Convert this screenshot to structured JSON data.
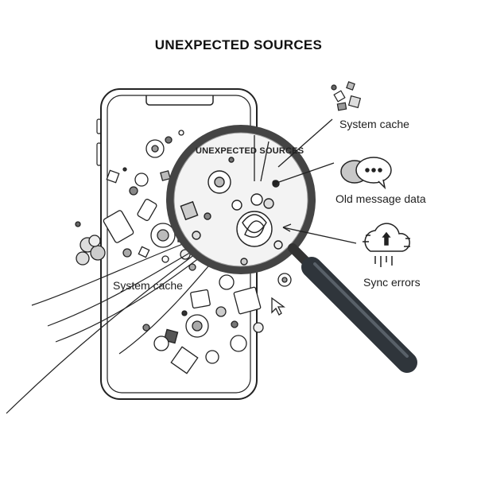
{
  "title": "UNEXPECTED SOURCES",
  "lens": {
    "heading": "UNEXPECTED SOURCES"
  },
  "labels": {
    "system_cache_top": "System cache",
    "old_message_data": "Old message data",
    "sync_errors": "Sync errors",
    "system_cache_left": "System cache"
  },
  "icons": {
    "phone": "smartphone-outline",
    "magnifier": "magnifying-glass",
    "chat": "chat-bubbles-icon",
    "cloud_sync": "cloud-sync-error-icon",
    "gear": "gear-icon",
    "cursor": "cursor-icon"
  }
}
